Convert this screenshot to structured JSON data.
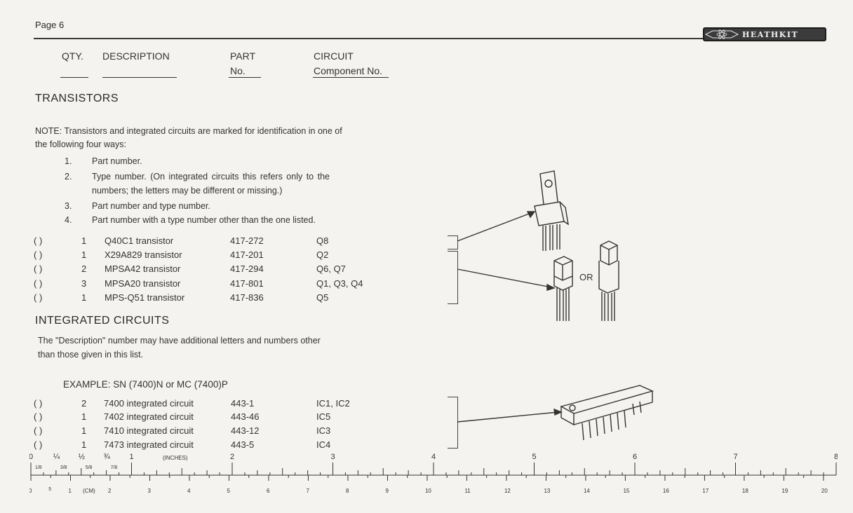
{
  "page_label": "Page 6",
  "logo_text": "HEATHKIT",
  "columns": {
    "qty": "QTY.",
    "description": "DESCRIPTION",
    "part": "PART",
    "part_no": "No.",
    "circuit": "CIRCUIT",
    "component_no": "Component No."
  },
  "transistors": {
    "heading": "TRANSISTORS",
    "note_line1": "NOTE: Transistors and integrated circuits are marked for identification in one of",
    "note_line2": "the following four ways:",
    "list": [
      {
        "num": "1.",
        "text": "Part number."
      },
      {
        "num": "2.",
        "text": "Type  number.  (On  integrated  circuits  this  refers  only  to  the"
      },
      {
        "num": "",
        "text": "numbers; the letters may be different or missing.)"
      },
      {
        "num": "3.",
        "text": "Part number and type number."
      },
      {
        "num": "4.",
        "text": "Part number with a type number other than the one listed."
      }
    ],
    "rows": [
      {
        "check": "(   )",
        "qty": "1",
        "desc": "Q40C1 transistor",
        "part": "417-272",
        "circuit": "Q8"
      },
      {
        "check": "(   )",
        "qty": "1",
        "desc": "X29A829 transistor",
        "part": "417-201",
        "circuit": "Q2"
      },
      {
        "check": "(   )",
        "qty": "2",
        "desc": "MPSA42 transistor",
        "part": "417-294",
        "circuit": "Q6, Q7"
      },
      {
        "check": "(   )",
        "qty": "3",
        "desc": "MPSA20 transistor",
        "part": "417-801",
        "circuit": "Q1, Q3, Q4"
      },
      {
        "check": "(   )",
        "qty": "1",
        "desc": "MPS-Q51 transistor",
        "part": "417-836",
        "circuit": "Q5"
      }
    ],
    "or_label": "OR"
  },
  "ics": {
    "heading": "INTEGRATED CIRCUITS",
    "note_line1": "The \"Description\" number may have additional letters and numbers other",
    "note_line2": "than those given in this list.",
    "example": "EXAMPLE:  SN (7400)N or MC (7400)P",
    "rows": [
      {
        "check": "(   )",
        "qty": "2",
        "desc": "7400 integrated circuit",
        "part": "443-1",
        "circuit": "IC1, IC2"
      },
      {
        "check": "(   )",
        "qty": "1",
        "desc": "7402 integrated circuit",
        "part": "443-46",
        "circuit": "IC5"
      },
      {
        "check": "(   )",
        "qty": "1",
        "desc": "7410 integrated circuit",
        "part": "443-12",
        "circuit": "IC3"
      },
      {
        "check": "(   )",
        "qty": "1",
        "desc": "7473 integrated circuit",
        "part": "443-5",
        "circuit": "IC4"
      }
    ]
  },
  "ruler": {
    "inch_unit": "(INCHES)",
    "cm_unit": "(CM)",
    "inch_labels": [
      "0",
      "1",
      "2",
      "3",
      "4",
      "5",
      "6",
      "7",
      "8"
    ],
    "fraction_labels": [
      "¼",
      "½",
      "¾"
    ],
    "small_fraction_labels": [
      "1/8",
      "3/8",
      "5/8",
      "7/8"
    ],
    "cm_labels": [
      "0",
      "1",
      "2",
      "3",
      "4",
      "5",
      "6",
      "7",
      "8",
      "9",
      "10",
      "11",
      "12",
      "13",
      "14",
      "15",
      "16",
      "17",
      "18",
      "19",
      "20"
    ],
    "half_cm_label": "5"
  }
}
